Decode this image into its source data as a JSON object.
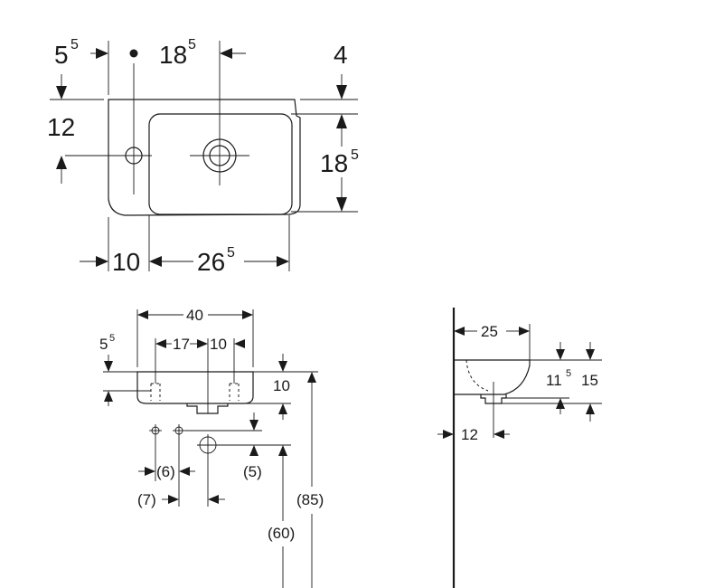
{
  "top_view": {
    "dim_left_offset": "5",
    "dim_left_offset_sup": "5",
    "dim_tap_to_waste": "18",
    "dim_tap_to_waste_sup": "5",
    "dim_top_rim": "4",
    "dim_tap_depth": "12",
    "dim_bowl_depth": "18",
    "dim_bowl_depth_sup": "5",
    "dim_left_rim": "10",
    "dim_bowl_width": "26",
    "dim_bowl_width_sup": "5"
  },
  "front_view": {
    "dim_width": "40",
    "dim_tap_offset": "5",
    "dim_tap_offset_sup": "5",
    "dim_tap_spacing_1": "17",
    "dim_tap_spacing_2": "10",
    "dim_height": "10",
    "dim_supply_spacing": "(6)",
    "dim_supply_offset": "(7)",
    "dim_waste_drop": "(5)",
    "dim_waste_height": "(60)",
    "dim_rim_height": "(85)"
  },
  "side_view": {
    "dim_projection": "25",
    "dim_height_a": "11",
    "dim_height_a_sup": "5",
    "dim_height_b": "15",
    "dim_waste_offset": "12"
  }
}
